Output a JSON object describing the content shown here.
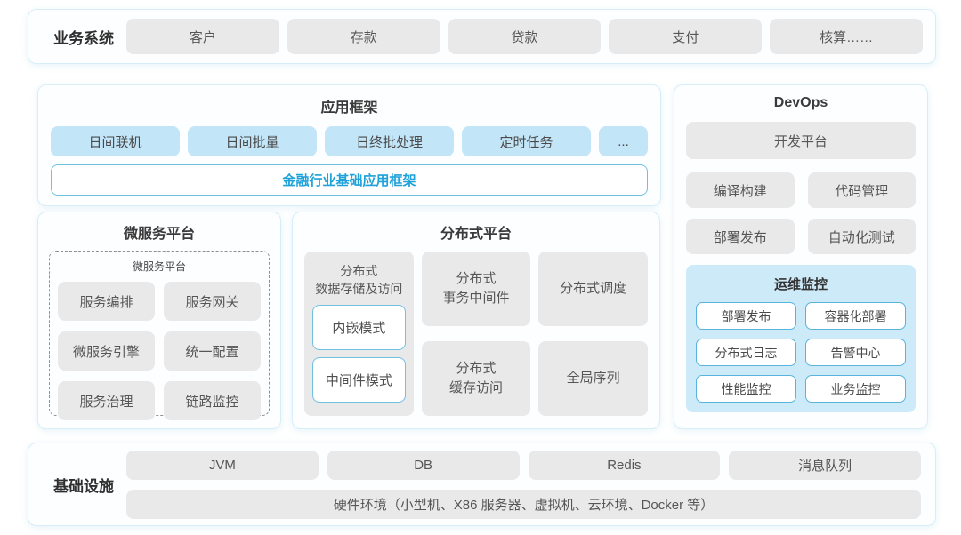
{
  "business_systems": {
    "label": "业务系统",
    "items": [
      "客户",
      "存款",
      "贷款",
      "支付",
      "核算……"
    ]
  },
  "app_framework": {
    "title": "应用框架",
    "items": [
      "日间联机",
      "日间批量",
      "日终批处理",
      "定时任务",
      "..."
    ],
    "banner": "金融行业基础应用框架"
  },
  "microservice_platform": {
    "title": "微服务平台",
    "inner_title": "微服务平台",
    "items": [
      "服务编排",
      "服务网关",
      "微服务引擎",
      "统一配置",
      "服务治理",
      "链路监控"
    ]
  },
  "distributed_platform": {
    "title": "分布式平台",
    "storage": {
      "line1": "分布式",
      "line2": "数据存储及访问",
      "modes": [
        "内嵌模式",
        "中间件模式"
      ]
    },
    "transaction": {
      "line1": "分布式",
      "line2": "事务中间件"
    },
    "scheduler": "分布式调度",
    "cache": {
      "line1": "分布式",
      "line2": "缓存访问"
    },
    "sequence": "全局序列"
  },
  "devops": {
    "title": "DevOps",
    "dev_platform": "开发平台",
    "tools": [
      "编译构建",
      "代码管理",
      "部署发布",
      "自动化测试"
    ],
    "ops_monitor": {
      "title": "运维监控",
      "items": [
        "部署发布",
        "容器化部署",
        "分布式日志",
        "告警中心",
        "性能监控",
        "业务监控"
      ]
    }
  },
  "infrastructure": {
    "label": "基础设施",
    "items": [
      "JVM",
      "DB",
      "Redis",
      "消息队列"
    ],
    "hardware": "硬件环境（小型机、X86 服务器、虚拟机、云环境、Docker 等）"
  },
  "colors": {
    "panel_border": "#d7eef7",
    "gray_box": "#e9e9e9",
    "blue_box": "#c3e5f8",
    "ops_panel_bg": "#cdeaf8",
    "accent_border": "#6fc0e3",
    "accent_text": "#1fa2da"
  }
}
